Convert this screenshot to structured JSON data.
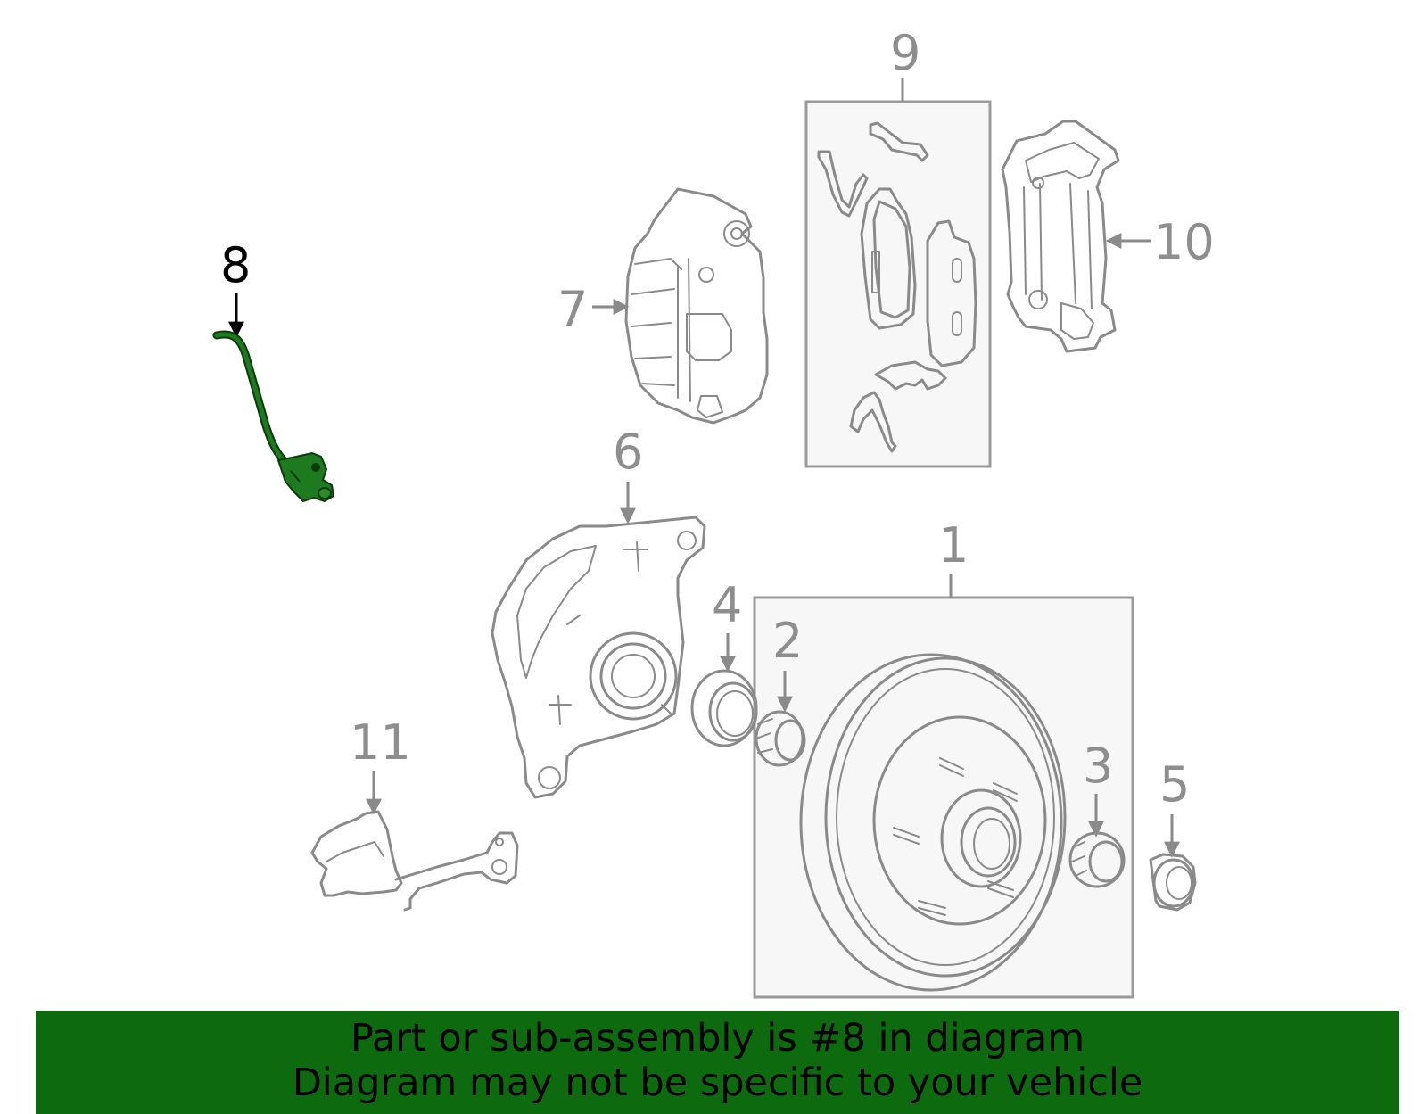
{
  "diagram": {
    "highlighted_part": "8",
    "colors": {
      "highlight": "#1e7a1e",
      "banner": "#0e6a0e",
      "line_art": "#8a8a8a"
    },
    "callouts": {
      "c1": "1",
      "c2": "2",
      "c3": "3",
      "c4": "4",
      "c5": "5",
      "c6": "6",
      "c7": "7",
      "c8": "8",
      "c9": "9",
      "c10": "10",
      "c11": "11"
    }
  },
  "banner": {
    "line1": "Part or sub-assembly is #8 in diagram",
    "line2": "Diagram may not be specific to your vehicle"
  }
}
